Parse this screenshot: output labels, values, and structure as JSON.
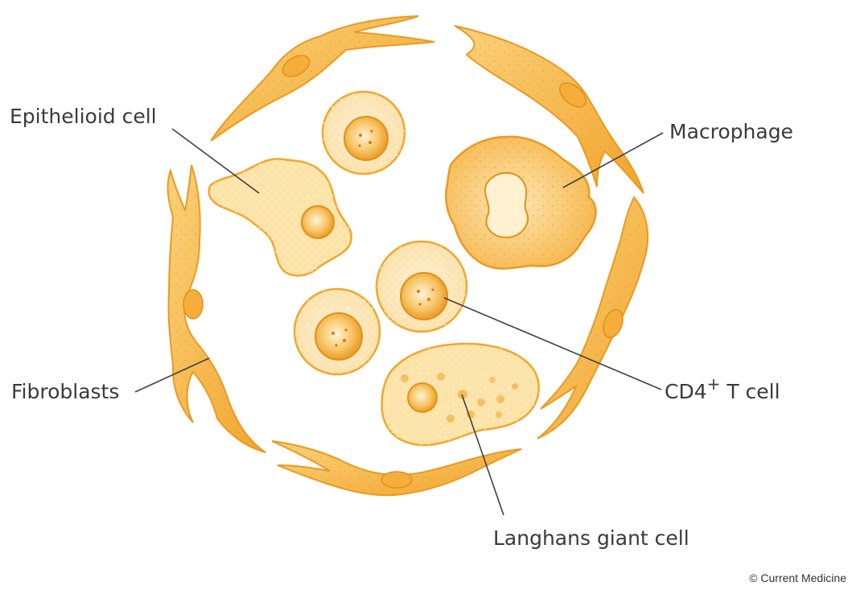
{
  "labels": {
    "epithelioid": "Epithelioid cell",
    "macrophage": "Macrophage",
    "fibroblasts": "Fibroblasts",
    "cd4_main": "CD4",
    "cd4_sup": "+",
    "cd4_rest": " T cell",
    "langhans": "Langhans giant cell"
  },
  "credit": "© Current Medicine",
  "colors": {
    "outline": "#f2a72b",
    "fibroblast_fill": "#f8c35c",
    "fibroblast_dark": "#ef9c1e",
    "pale_cell": "#fde8bd",
    "nucleus": "#f7bf58",
    "nucleus_dark": "#e58f14",
    "leader": "#404040"
  }
}
